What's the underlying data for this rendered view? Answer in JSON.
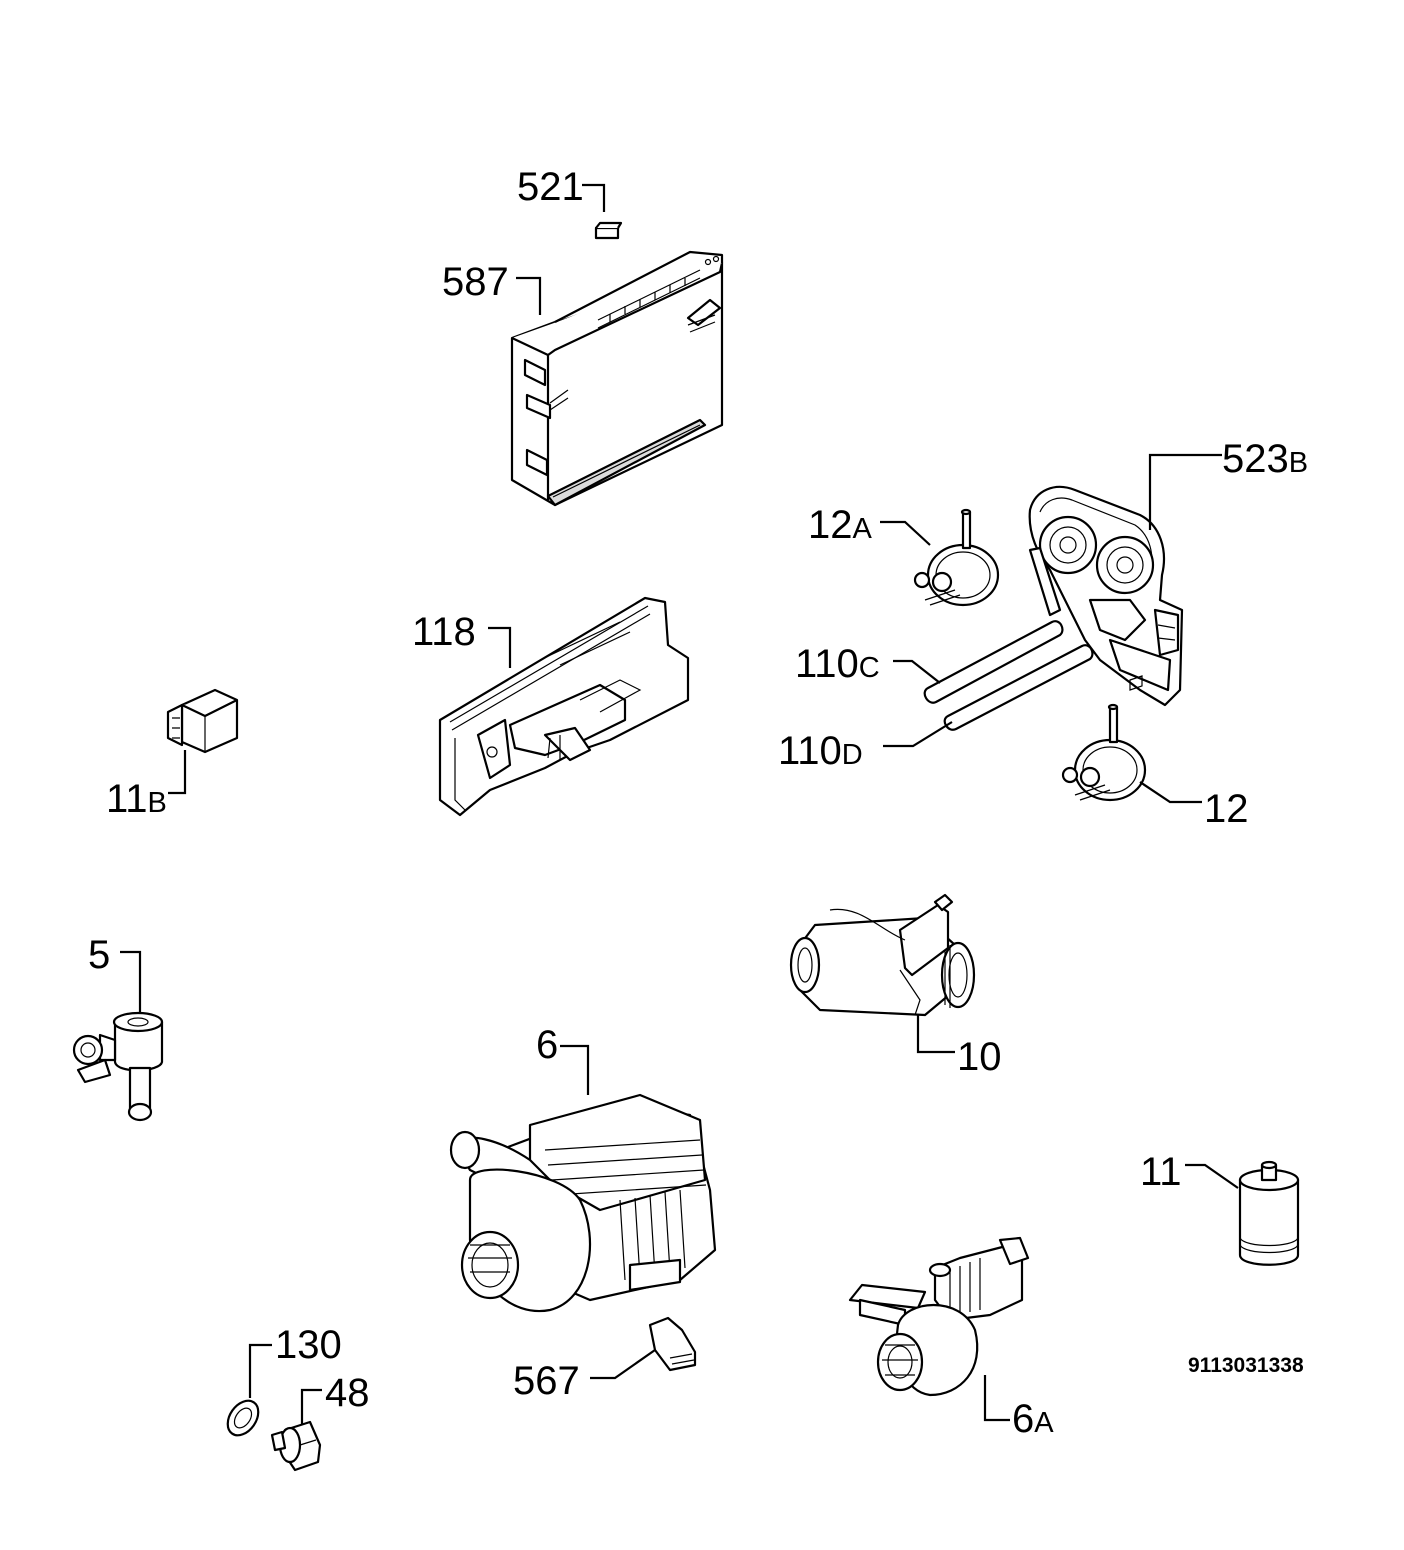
{
  "parts": [
    {
      "id": "p521",
      "num": "521",
      "suffix": ""
    },
    {
      "id": "p587",
      "num": "587",
      "suffix": ""
    },
    {
      "id": "p523b",
      "num": "523",
      "suffix": "B"
    },
    {
      "id": "p12a",
      "num": "12",
      "suffix": "A"
    },
    {
      "id": "p118",
      "num": "118",
      "suffix": ""
    },
    {
      "id": "p110c",
      "num": "110",
      "suffix": "C"
    },
    {
      "id": "p110d",
      "num": "110",
      "suffix": "D"
    },
    {
      "id": "p11b",
      "num": "11",
      "suffix": "B"
    },
    {
      "id": "p12",
      "num": "12",
      "suffix": ""
    },
    {
      "id": "p5",
      "num": "5",
      "suffix": ""
    },
    {
      "id": "p10",
      "num": "10",
      "suffix": ""
    },
    {
      "id": "p6",
      "num": "6",
      "suffix": ""
    },
    {
      "id": "p11",
      "num": "11",
      "suffix": ""
    },
    {
      "id": "p130",
      "num": "130",
      "suffix": ""
    },
    {
      "id": "p48",
      "num": "48",
      "suffix": ""
    },
    {
      "id": "p567",
      "num": "567",
      "suffix": ""
    },
    {
      "id": "p6a",
      "num": "6",
      "suffix": "A"
    }
  ],
  "drawing_reference": "9113031338"
}
